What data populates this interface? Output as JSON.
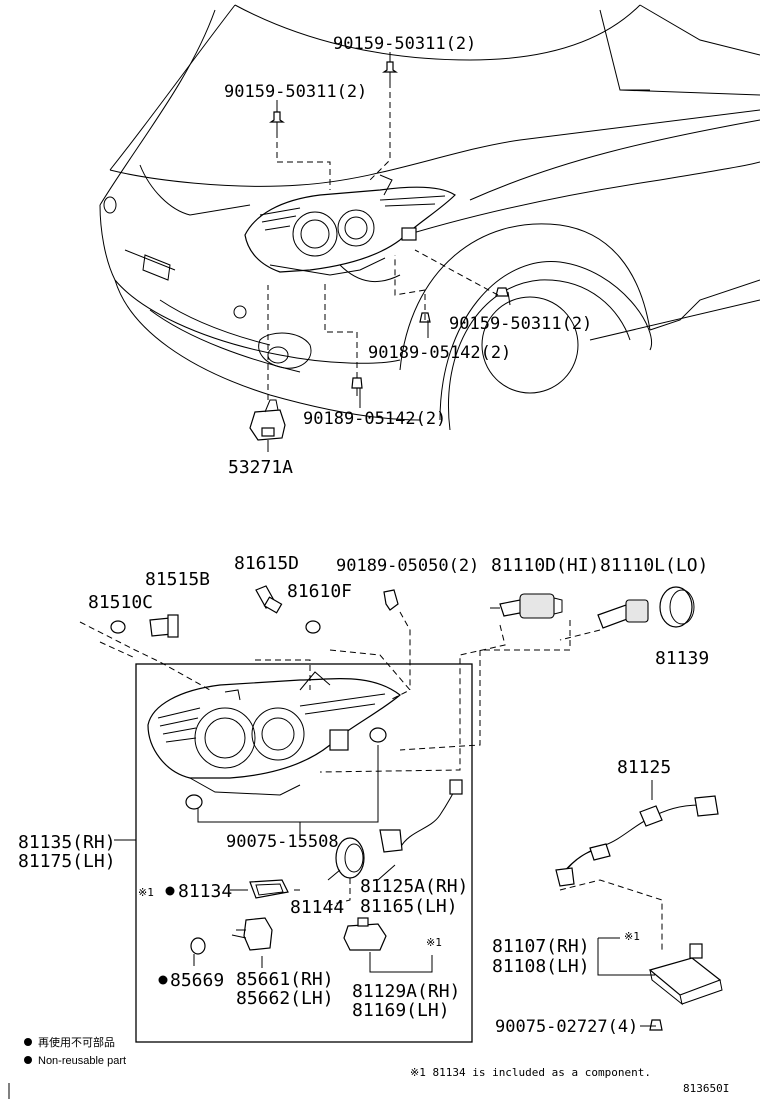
{
  "labels": {
    "clip_top_right": "90159-50311(2)",
    "clip_top_left": "90159-50311(2)",
    "clip_mid_right": "90159-50311(2)",
    "clip_90189_a": "90189-05142(2)",
    "clip_90189_b": "90189-05142(2)",
    "p53271a": "53271A",
    "p81615d": "81615D",
    "p81515b": "81515B",
    "p81510c": "81510C",
    "p81610f": "81610F",
    "p90189_05050": "90189-05050(2)",
    "p81110d": "81110D(HI)",
    "p81110l": "81110L(LO)",
    "p81139": "81139",
    "p81125": "81125",
    "p81135": "81135(RH)",
    "p81175": "81175(LH)",
    "p90075_15508": "90075-15508",
    "p81134": "81134",
    "p81144": "81144",
    "p81125a": "81125A(RH)",
    "p81165": "81165(LH)",
    "p81107": "81107(RH)",
    "p81108": "81108(LH)",
    "p85669": "85669",
    "p85661": "85661(RH)",
    "p85662": "85662(LH)",
    "p81129a": "81129A(RH)",
    "p81169": "81169(LH)",
    "p90075_02727": "90075-02727(4)",
    "ref_mark_1": "※1",
    "ref_mark_2": "※1",
    "ref_mark_3": "※1"
  },
  "legend": {
    "item1": "再使用不可部品",
    "item2": "Non-reusable part"
  },
  "footnote": "※1 81134 is included as a component.",
  "diagram_id": "813650I",
  "colors": {
    "line": "#000000",
    "background": "#ffffff",
    "shade": "#e6e6e6"
  }
}
